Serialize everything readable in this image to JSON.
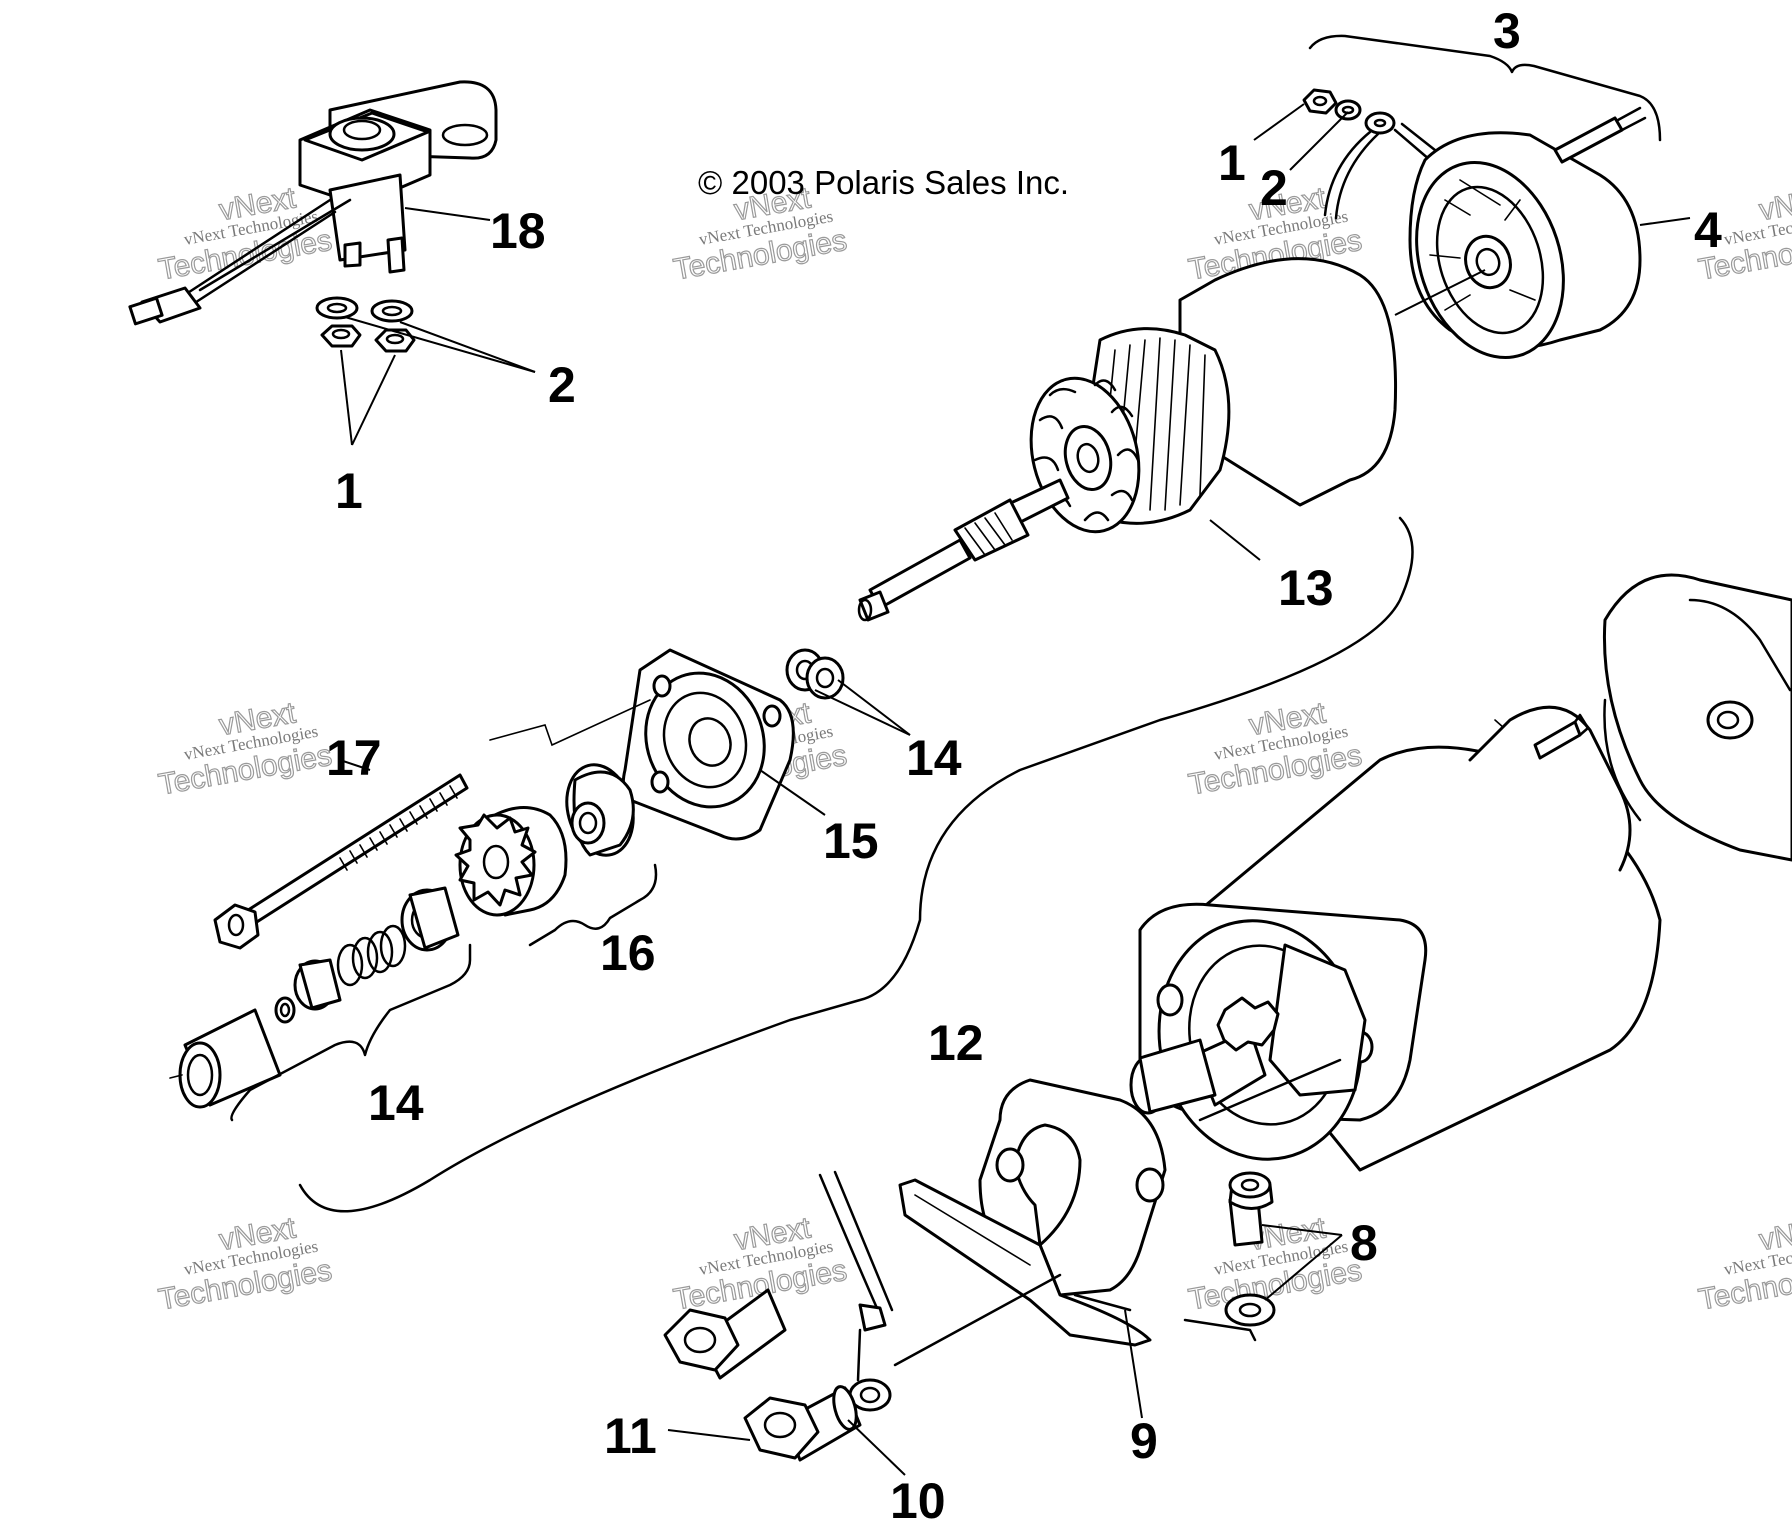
{
  "copyright": "© 2003 Polaris Sales Inc.",
  "watermark": {
    "line1": "vNext Technologies",
    "line2": "vNext",
    "line3": "Technologies"
  },
  "callouts": {
    "c18": "18",
    "c2_top_left": "2",
    "c1_top_left": "1",
    "c3": "3",
    "c1_top_right": "1",
    "c2_top_right": "2",
    "c4": "4",
    "c13": "13",
    "c17": "17",
    "c14_upper": "14",
    "c15": "15",
    "c16": "16",
    "c12": "12",
    "c14_lower": "14",
    "c8": "8",
    "c9": "9",
    "c11": "11",
    "c10": "10"
  }
}
